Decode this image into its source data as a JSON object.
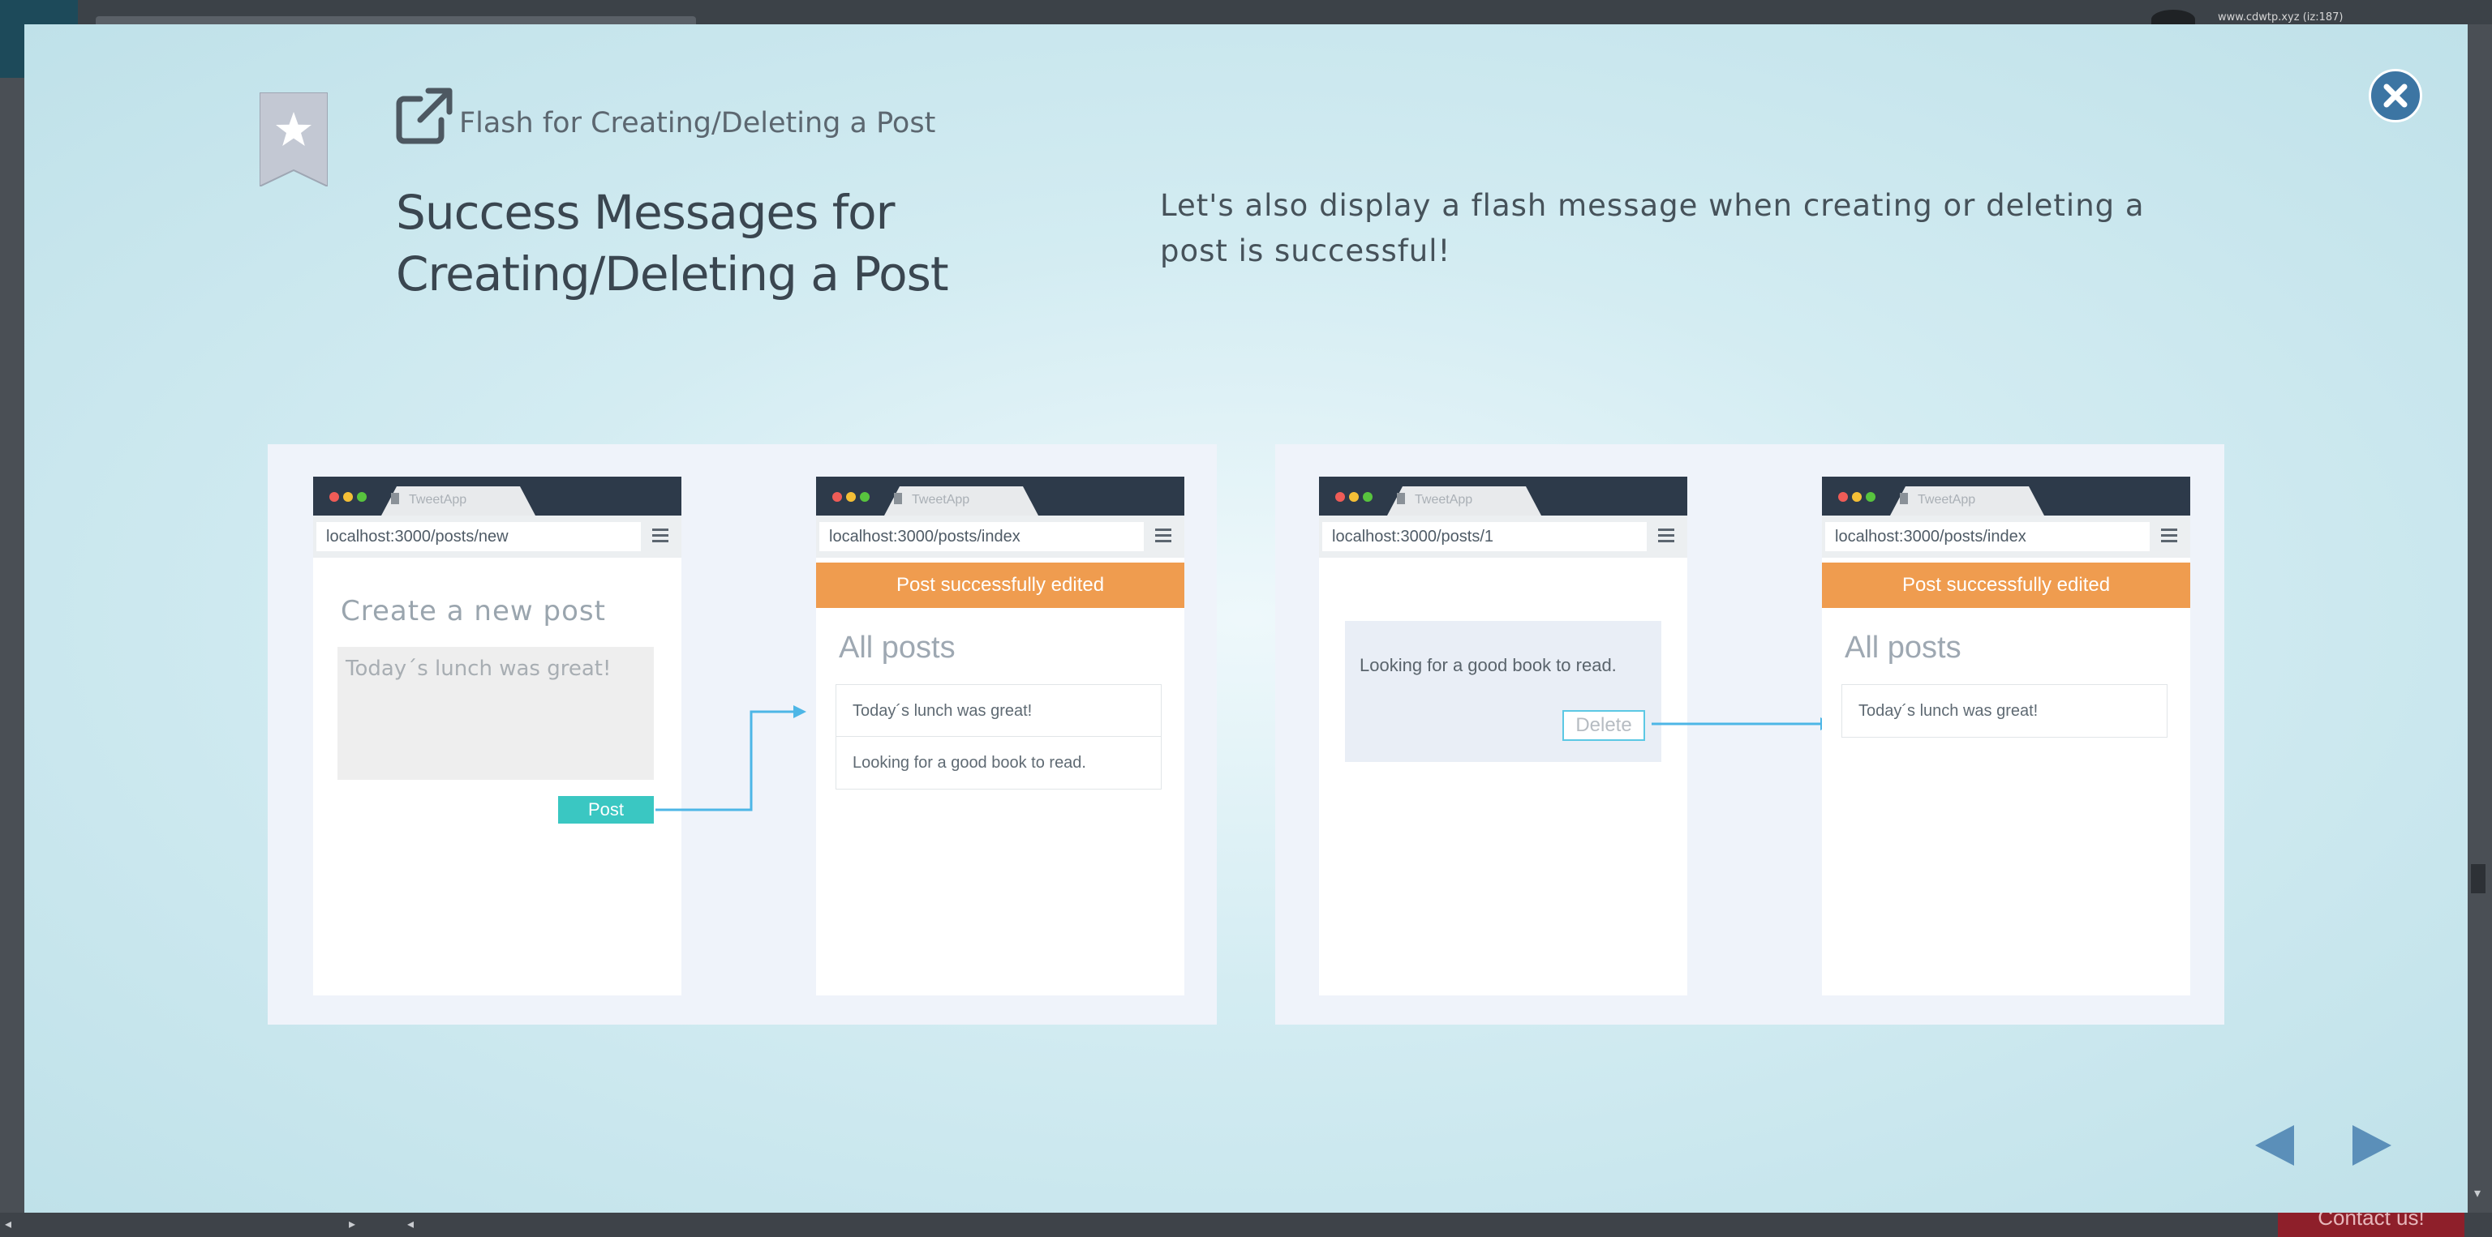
{
  "background_page": {
    "user_text": "www.cdwtp.xyz (iz:187)",
    "contact_button_label": "Contact us!"
  },
  "modal": {
    "kicker_icon": "external-link-icon",
    "kicker": "Flash for Creating/Deleting a Post",
    "title": "Success Messages for Creating/Deleting a Post",
    "description": "Let's also display a flash message when creating or deleting a post is successful!",
    "bookmark_icon": "bookmark-star-icon",
    "close_icon": "close-icon",
    "prev_icon": "arrow-left-icon",
    "next_icon": "arrow-right-icon"
  },
  "slides": {
    "tab_label": "TweetApp",
    "dot_colors": [
      "#ef5c57",
      "#f4bf36",
      "#58c43e"
    ],
    "flash_color": "#ef9c4f",
    "accent_color": "#3ac7c2",
    "arrow_color": "#4db6e6",
    "create": {
      "url": "localhost:3000/posts/new",
      "heading": "Create a new post",
      "textarea_value": "Today´s lunch was great!",
      "submit_label": "Post"
    },
    "index_after_create": {
      "url": "localhost:3000/posts/index",
      "flash": "Post successfully edited",
      "heading": "All posts",
      "posts": [
        "Today´s  lunch was great!",
        "Looking for a good book to read."
      ]
    },
    "show": {
      "url": "localhost:3000/posts/1",
      "post_text": "Looking for a good book to read.",
      "delete_label": "Delete"
    },
    "index_after_delete": {
      "url": "localhost:3000/posts/index",
      "flash": "Post successfully edited",
      "heading": "All posts",
      "posts": [
        "Today´s  lunch was great!"
      ]
    }
  }
}
